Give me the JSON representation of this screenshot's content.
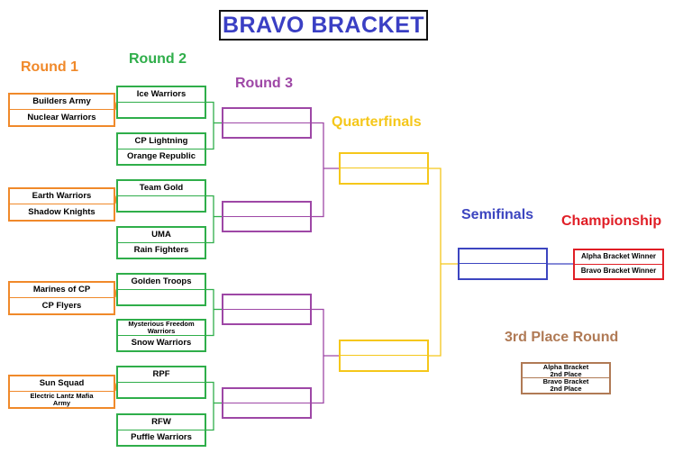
{
  "title": "BRAVO BRACKET",
  "colors": {
    "round1": "#f0892a",
    "round2": "#2fae4a",
    "round3": "#9e47a6",
    "quarterfinals": "#f5c71a",
    "semifinals": "#3c45c0",
    "championship": "#e01e26",
    "third_place": "#b07a55",
    "title_text": "#3a3fc4"
  },
  "round_labels": {
    "round1": "Round 1",
    "round2": "Round 2",
    "round3": "Round 3",
    "quarterfinals": "Quarterfinals",
    "semifinals": "Semifinals",
    "championship": "Championship",
    "third_place": "3rd Place Round"
  },
  "round1": [
    {
      "top": "Builders Army",
      "bottom": "Nuclear Warriors"
    },
    {
      "top": "Earth Warriors",
      "bottom": "Shadow Knights"
    },
    {
      "top": "Marines of CP",
      "bottom": "CP Flyers"
    },
    {
      "top": "Sun Squad",
      "bottom": "Electric Lantz Mafia Army"
    }
  ],
  "round2": [
    {
      "top": "Ice Warriors",
      "bottom": ""
    },
    {
      "top": "CP Lightning",
      "bottom": "Orange Republic"
    },
    {
      "top": "Team Gold",
      "bottom": ""
    },
    {
      "top": "UMA",
      "bottom": "Rain Fighters"
    },
    {
      "top": "Golden Troops",
      "bottom": ""
    },
    {
      "top": "Mysterious Freedom Warriors",
      "bottom": "Snow Warriors"
    },
    {
      "top": "RPF",
      "bottom": ""
    },
    {
      "top": "RFW",
      "bottom": "Puffle Warriors"
    }
  ],
  "round3": [
    {
      "top": "",
      "bottom": ""
    },
    {
      "top": "",
      "bottom": ""
    },
    {
      "top": "",
      "bottom": ""
    },
    {
      "top": "",
      "bottom": ""
    }
  ],
  "quarterfinals": [
    {
      "top": "",
      "bottom": ""
    },
    {
      "top": "",
      "bottom": ""
    }
  ],
  "semifinals": [
    {
      "top": "",
      "bottom": ""
    }
  ],
  "championship": {
    "top": "Alpha Bracket Winner",
    "bottom": "Bravo Bracket Winner"
  },
  "third_place": {
    "top": "Alpha Bracket 2nd Place",
    "bottom": "Bravo Bracket 2nd Place"
  }
}
